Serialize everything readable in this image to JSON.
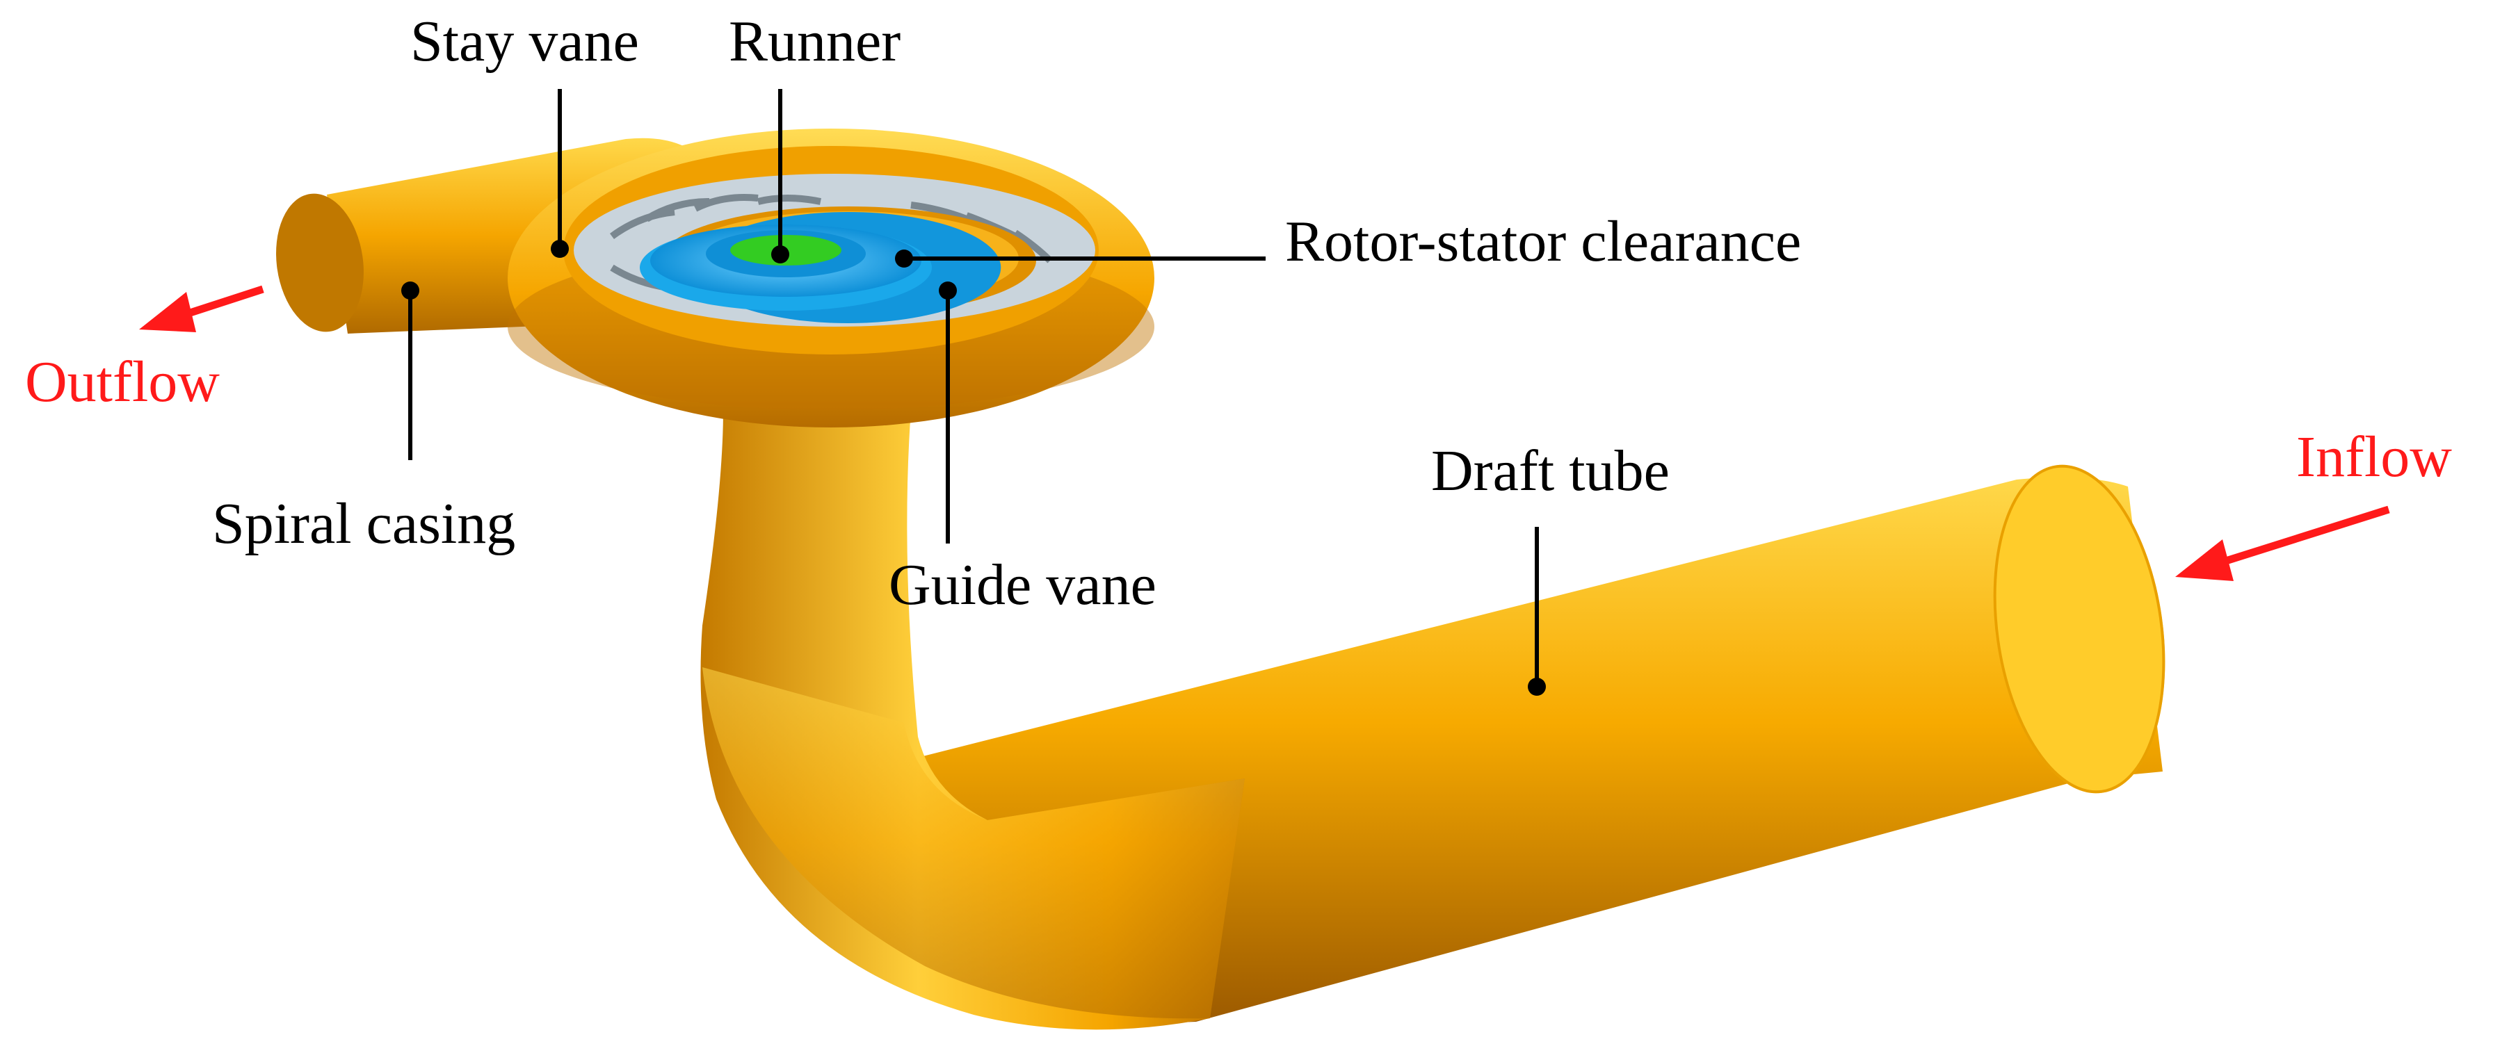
{
  "labels": {
    "stay_vane": "Stay vane",
    "runner": "Runner",
    "rotor_stator_clearance": "Rotor-stator clearance",
    "outflow": "Outflow",
    "spiral_casing": "Spiral casing",
    "guide_vane": "Guide vane",
    "draft_tube": "Draft tube",
    "inflow": "Inflow"
  },
  "colors": {
    "body": "#f7a800",
    "body_light": "#ffd23a",
    "body_dark": "#b46a00",
    "vanes_ring": "#c9d4dc",
    "runner_blue": "#1aa8ea",
    "runner_green": "#33cc22",
    "arrow_red": "#ff1a1a",
    "text": "#000000"
  }
}
